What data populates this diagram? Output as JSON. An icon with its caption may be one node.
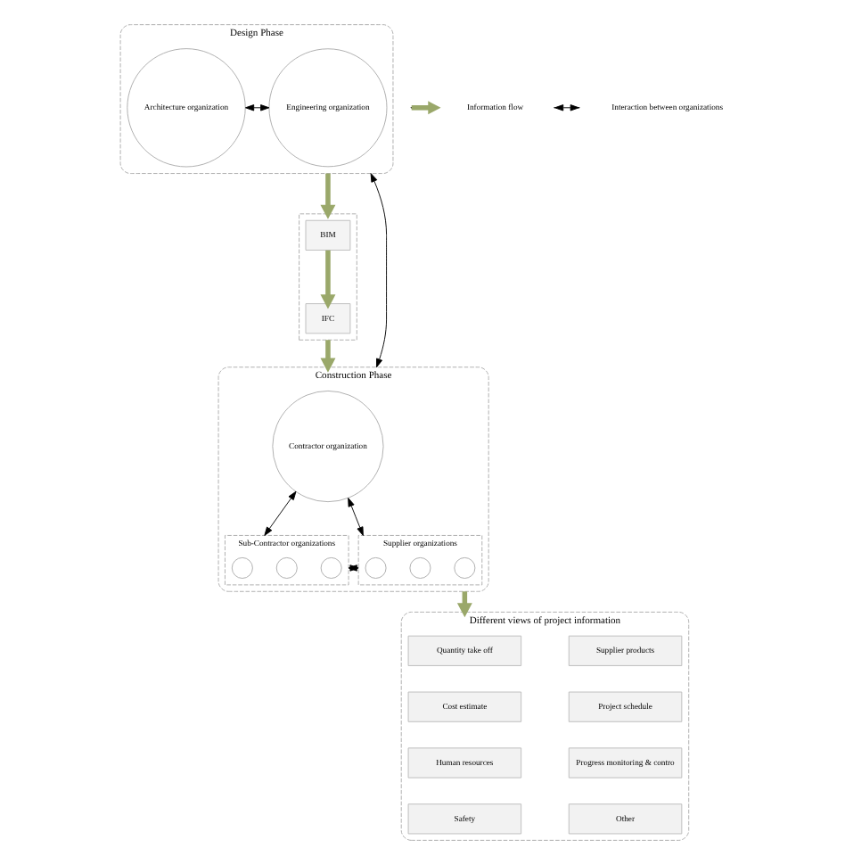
{
  "diagram": {
    "nodes": [
      {
        "text": [
          "Design Phase"
        ]
      },
      {
        "text": [
          "Architecture organization"
        ],
        "in": 0
      },
      {
        "text": [
          "Engineering organization"
        ],
        "in": 0
      },
      {
        "text": [],
        "shape": "box"
      },
      {
        "text": [
          "BIM"
        ],
        "in": 3
      },
      {
        "text": [
          "IFC"
        ],
        "in": 3
      },
      {
        "text": [
          "Construction Phase"
        ]
      },
      {
        "text": [
          "Contractor organization"
        ],
        "in": 6
      },
      {
        "text": [
          "Sub-Contractor organizations"
        ],
        "in": 6
      },
      {
        "text": [],
        "shape": "circle",
        "in": 8
      },
      {
        "text": [],
        "shape": "circle",
        "in": 8
      },
      {
        "text": [],
        "shape": "circle",
        "in": 8
      },
      {
        "text": [
          "Supplier organizations"
        ],
        "in": 6
      },
      {
        "text": [],
        "shape": "circle",
        "in": 12
      },
      {
        "text": [],
        "shape": "circle",
        "in": 12
      },
      {
        "text": [],
        "shape": "circle",
        "in": 12
      },
      {
        "text": [
          "Different views of project information"
        ]
      },
      {
        "text": [
          "Quantity take off"
        ],
        "in": 16
      },
      {
        "text": [
          "Supplier products"
        ],
        "in": 16
      },
      {
        "text": [
          "Cost estimate"
        ],
        "in": 16
      },
      {
        "text": [
          "Project schedule"
        ],
        "in": 16
      },
      {
        "text": [
          "Human resources"
        ],
        "in": 16
      },
      {
        "text": [
          "Progress monitoring & contro"
        ],
        "in": 16
      },
      {
        "text": [
          "Safety"
        ],
        "in": 16
      },
      {
        "text": [
          "Other"
        ],
        "in": 16
      }
    ],
    "edges": [
      {
        "from": 1,
        "to": 2,
        "arrow": "both"
      },
      {
        "from": 0,
        "to": 6,
        "arrow": "both"
      },
      {
        "from": 0,
        "to": 3,
        "arrow": "to",
        "style": "thick",
        "color": "#9aa86a"
      },
      {
        "from": 4,
        "to": 5,
        "arrow": "to",
        "style": "thick",
        "color": "#9aa86a"
      },
      {
        "from": 3,
        "to": 6,
        "arrow": "to",
        "style": "thick",
        "color": "#9aa86a"
      },
      {
        "from": 7,
        "to": 8,
        "arrow": "both"
      },
      {
        "from": 7,
        "to": 12,
        "arrow": "both"
      },
      {
        "from": 8,
        "to": 12,
        "arrow": "both"
      },
      {
        "from": 6,
        "to": 16,
        "arrow": "to",
        "style": "thick",
        "color": "#9aa86a"
      }
    ],
    "legend": [
      {
        "text": "Information flow"
      },
      {
        "text": "Interaction between organizations"
      }
    ]
  }
}
